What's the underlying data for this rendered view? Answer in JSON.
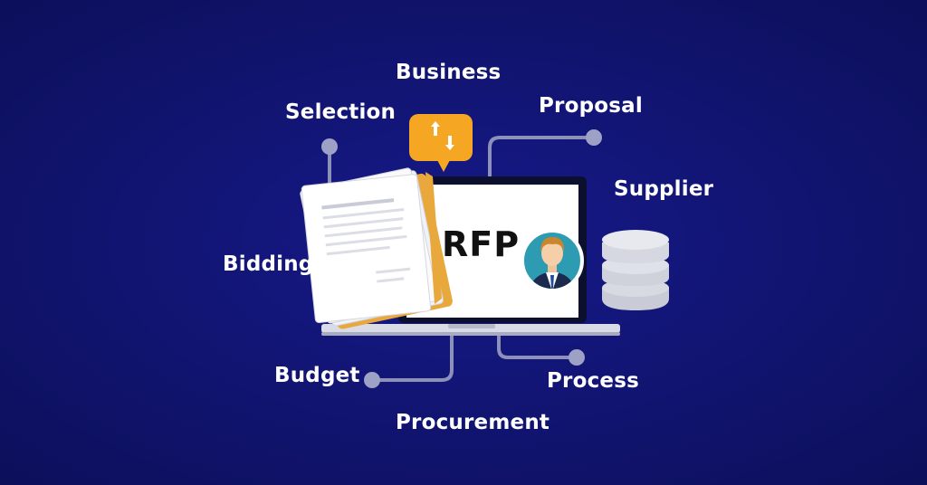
{
  "diagram": {
    "center_label": "RFP",
    "keywords": {
      "business": "Business",
      "selection": "Selection",
      "proposal": "Proposal",
      "supplier": "Supplier",
      "bidding": "Bidding",
      "budget": "Budget",
      "process": "Process",
      "procurement": "Procurement"
    },
    "icons": [
      "chat-bubble-icon",
      "document-stack-icon",
      "laptop-icon",
      "person-avatar-icon",
      "database-icon"
    ],
    "colors": {
      "background": "#11146f",
      "connector": "#8d90b8",
      "accent": "#f5a623",
      "avatar_ring": "#2d9cb3",
      "text": "#ffffff"
    }
  }
}
